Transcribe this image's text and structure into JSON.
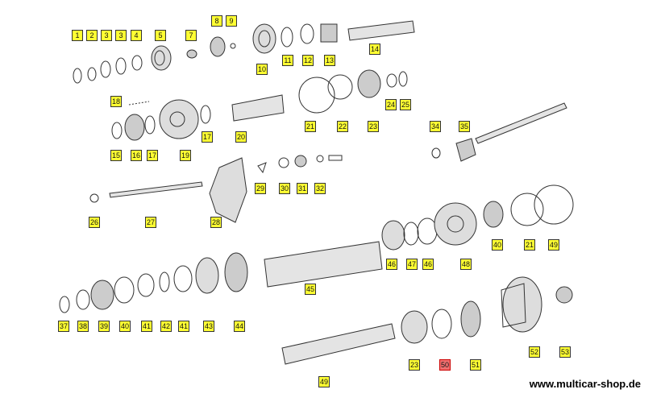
{
  "diagram": {
    "parts": [
      {
        "num": "1",
        "highlighted": false
      },
      {
        "num": "2",
        "highlighted": false
      },
      {
        "num": "3",
        "highlighted": false
      },
      {
        "num": "3",
        "highlighted": false
      },
      {
        "num": "4",
        "highlighted": false
      },
      {
        "num": "5",
        "highlighted": false
      },
      {
        "num": "7",
        "highlighted": false
      },
      {
        "num": "8",
        "highlighted": false
      },
      {
        "num": "9",
        "highlighted": false
      },
      {
        "num": "10",
        "highlighted": false
      },
      {
        "num": "11",
        "highlighted": false
      },
      {
        "num": "12",
        "highlighted": false
      },
      {
        "num": "13",
        "highlighted": false
      },
      {
        "num": "14",
        "highlighted": false
      },
      {
        "num": "18",
        "highlighted": false
      },
      {
        "num": "15",
        "highlighted": false
      },
      {
        "num": "16",
        "highlighted": false
      },
      {
        "num": "17",
        "highlighted": false
      },
      {
        "num": "19",
        "highlighted": false
      },
      {
        "num": "17",
        "highlighted": false
      },
      {
        "num": "20",
        "highlighted": false
      },
      {
        "num": "21",
        "highlighted": false
      },
      {
        "num": "22",
        "highlighted": false
      },
      {
        "num": "23",
        "highlighted": false
      },
      {
        "num": "24",
        "highlighted": false
      },
      {
        "num": "25",
        "highlighted": false
      },
      {
        "num": "34",
        "highlighted": false
      },
      {
        "num": "35",
        "highlighted": false
      },
      {
        "num": "29",
        "highlighted": false
      },
      {
        "num": "30",
        "highlighted": false
      },
      {
        "num": "31",
        "highlighted": false
      },
      {
        "num": "32",
        "highlighted": false
      },
      {
        "num": "26",
        "highlighted": false
      },
      {
        "num": "27",
        "highlighted": false
      },
      {
        "num": "28",
        "highlighted": false
      },
      {
        "num": "40",
        "highlighted": false
      },
      {
        "num": "21",
        "highlighted": false
      },
      {
        "num": "49",
        "highlighted": false
      },
      {
        "num": "46",
        "highlighted": false
      },
      {
        "num": "47",
        "highlighted": false
      },
      {
        "num": "46",
        "highlighted": false
      },
      {
        "num": "48",
        "highlighted": false
      },
      {
        "num": "45",
        "highlighted": false
      },
      {
        "num": "37",
        "highlighted": false
      },
      {
        "num": "38",
        "highlighted": false
      },
      {
        "num": "39",
        "highlighted": false
      },
      {
        "num": "40",
        "highlighted": false
      },
      {
        "num": "41",
        "highlighted": false
      },
      {
        "num": "42",
        "highlighted": false
      },
      {
        "num": "41",
        "highlighted": false
      },
      {
        "num": "43",
        "highlighted": false
      },
      {
        "num": "44",
        "highlighted": false
      },
      {
        "num": "23",
        "highlighted": false
      },
      {
        "num": "50",
        "highlighted": true
      },
      {
        "num": "51",
        "highlighted": false
      },
      {
        "num": "52",
        "highlighted": false
      },
      {
        "num": "53",
        "highlighted": false
      },
      {
        "num": "49",
        "highlighted": false
      }
    ],
    "watermark": "www.multicar-shop.de",
    "colors": {
      "label_fill": "#ffff33",
      "label_highlight": "#f07070",
      "line": "#333333"
    }
  }
}
